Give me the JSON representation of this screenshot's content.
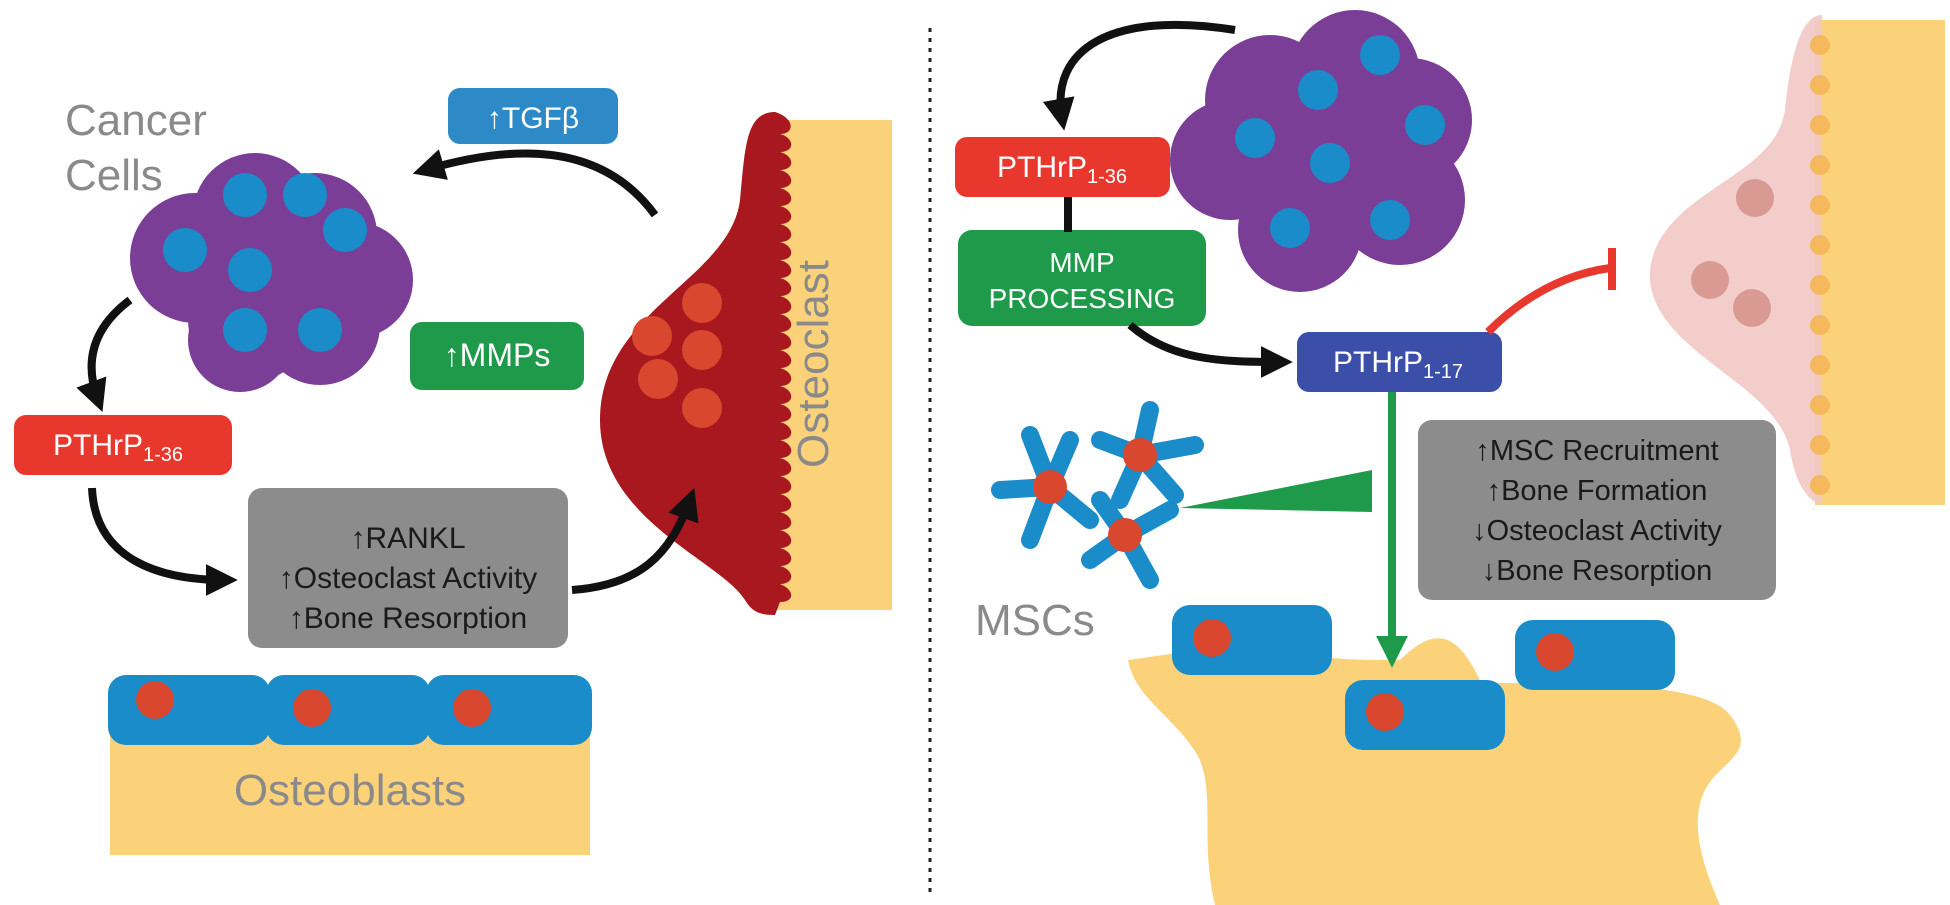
{
  "colors": {
    "red_box": "#E8382E",
    "blue_box": "#2E8AC6",
    "navy_box": "#3B4FA8",
    "green_box": "#1E9A4A",
    "gray_box": "#8C8C8C",
    "bone": "#FBD27A",
    "osteoclast": "#A8181E",
    "osteoclast_faded": "#F1C8C4",
    "purple": "#7A3E96",
    "nucleus_blue": "#1A8CC9",
    "nucleus_red": "#D8472E",
    "gray_text": "#8A8A8A",
    "arrow": "#111111",
    "green_arrow": "#1E9A4A",
    "inhibit": "#E8382E"
  },
  "left_panel": {
    "cancer_cells_label_line1": "Cancer",
    "cancer_cells_label_line2": "Cells",
    "tgfb_label": "↑TGFβ",
    "mmps_label": "↑MMPs",
    "pthrp_main": "PTHrP",
    "pthrp_sub": "1-36",
    "effects": [
      "↑RANKL",
      "↑Osteoclast Activity",
      "↑Bone Resorption"
    ],
    "osteoclast_label": "Osteoclast",
    "osteoblasts_label": "Osteoblasts"
  },
  "right_panel": {
    "pthrp_136_main": "PTHrP",
    "pthrp_136_sub": "1-36",
    "mmp_line1": "MMP",
    "mmp_line2": "PROCESSING",
    "pthrp_117_main": "PTHrP",
    "pthrp_117_sub": "1-17",
    "effects": [
      "↑MSC Recruitment",
      "↑Bone Formation",
      "↓Osteoclast Activity",
      "↓Bone Resorption"
    ],
    "mscs_label": "MSCs"
  }
}
